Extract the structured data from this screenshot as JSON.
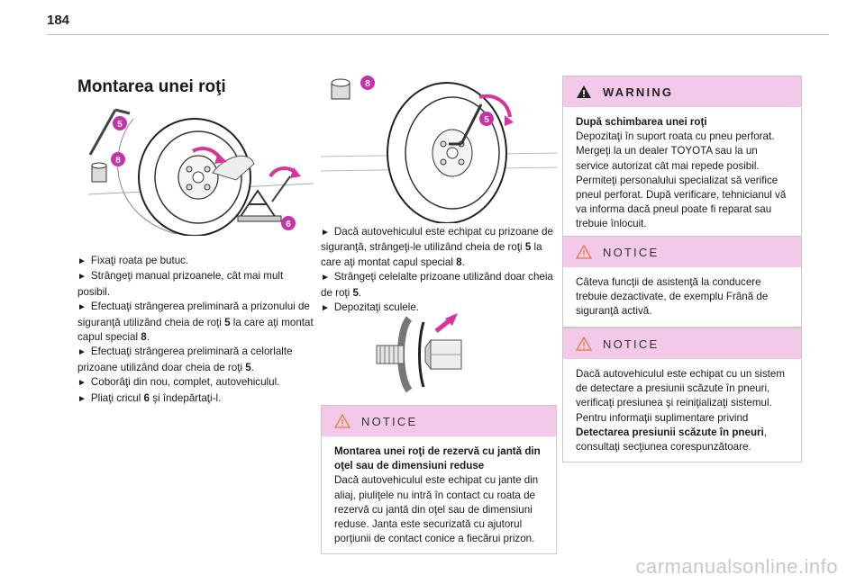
{
  "page": {
    "number": "184"
  },
  "title": "Montarea unei roţi",
  "callouts": {
    "n5": "5",
    "n8": "8",
    "n6": "6"
  },
  "col1_steps": [
    {
      "text": "Fixaţi roata pe butuc."
    },
    {
      "text": "Strângeţi manual prizoanele, cât mai mult posibil."
    },
    {
      "pre": "Efectuaţi strângerea preliminară a prizonului de siguranţă utilizând cheia de roţi ",
      "b1": "5",
      "mid": " la care aţi montat capul special ",
      "b2": "8",
      "post": "."
    },
    {
      "pre": "Efectuaţi strângerea preliminară a celorlalte prizoane utilizând doar cheia de roţi ",
      "b1": "5",
      "post": "."
    },
    {
      "text": "Coborâţi din nou, complet, autovehiculul."
    },
    {
      "pre": "Pliaţi cricul ",
      "b1": "6",
      "post": " şi îndepărtaţi-l."
    }
  ],
  "col2_steps": [
    {
      "pre": "Dacă autovehiculul este echipat cu prizoane de siguranţă, strângeţi-le utilizând cheia de roţi ",
      "b1": "5",
      "mid": " la care aţi montat capul special ",
      "b2": "8",
      "post": "."
    },
    {
      "pre": "Strângeţi celelalte prizoane utilizând doar cheia de roţi ",
      "b1": "5",
      "post": "."
    },
    {
      "text": "Depozitaţi sculele."
    }
  ],
  "notice1": {
    "label": "NOTICE",
    "heading": "Montarea unei roţi de rezervă cu jantă din oţel sau de dimensiuni reduse",
    "text": "Dacă autovehiculul este echipat cu jante din aliaj, piuliţele nu intră în contact cu roata de rezervă cu jantă din oţel sau de dimensiuni reduse. Janta este securizată cu ajutorul porţiunii de contact conice a fiecărui prizon."
  },
  "warning": {
    "label": "WARNING",
    "heading": "După schimbarea unei roţi",
    "text": "Depozitaţi în suport roata cu pneu perforat. Mergeţi la un dealer TOYOTA sau la un service autorizat cât mai repede posibil. Permiteţi personalului specializat să verifice pneul perforat. După verificare, tehnicianul vă va informa dacă pneul poate fi reparat sau trebuie înlocuit."
  },
  "notice2": {
    "label": "NOTICE",
    "text": "Câteva funcţii de asistenţă la conducere trebuie dezactivate, de exemplu Frână de siguranţă activă."
  },
  "notice3": {
    "label": "NOTICE",
    "text_pre": "Dacă autovehiculul este echipat cu un sistem de detectare a presiunii scăzute în pneuri, verificaţi presiunea şi reiniţializaţi sistemul. Pentru informaţii suplimentare privind ",
    "text_bold": "Detectarea presiunii scăzute în pneuri",
    "text_post": ", consultaţi secţiunea corespunzătoare."
  },
  "watermark": "carmanualsonline.info",
  "colors": {
    "accent_pink": "#f3c9ea",
    "callout": "#c832a8",
    "arrow_pink": "#d8349b"
  },
  "icons": {
    "step_arrow": "►",
    "warning_icon": "warning-triangle-icon"
  }
}
